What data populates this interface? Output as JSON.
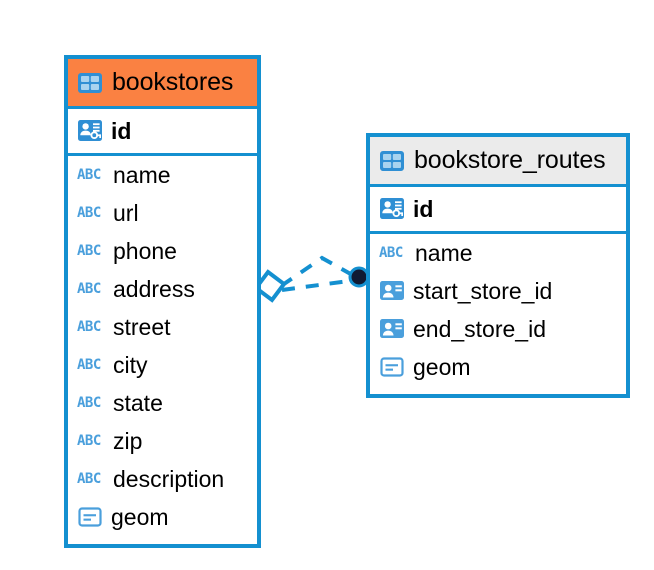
{
  "diagram": {
    "type": "entity-relationship-diagram",
    "background_color": "#ffffff",
    "accent_color": "#1490d0",
    "highlight_color": "#fa8142",
    "header_gray": "#ebebeb",
    "icon_blue": "#4a9fdc"
  },
  "entities": [
    {
      "name": "bookstores",
      "title": "bookstores",
      "header_icon": "table-icon",
      "header_style": "orange",
      "primary_key": {
        "label": "id",
        "icon": "primary-key-icon"
      },
      "fields": [
        {
          "label": "name",
          "icon": "abc-text-icon",
          "icon_text": "ABC"
        },
        {
          "label": "url",
          "icon": "abc-text-icon",
          "icon_text": "ABC"
        },
        {
          "label": "phone",
          "icon": "abc-text-icon",
          "icon_text": "ABC"
        },
        {
          "label": "address",
          "icon": "abc-text-icon",
          "icon_text": "ABC"
        },
        {
          "label": "street",
          "icon": "abc-text-icon",
          "icon_text": "ABC"
        },
        {
          "label": "city",
          "icon": "abc-text-icon",
          "icon_text": "ABC"
        },
        {
          "label": "state",
          "icon": "abc-text-icon",
          "icon_text": "ABC"
        },
        {
          "label": "zip",
          "icon": "abc-text-icon",
          "icon_text": "ABC"
        },
        {
          "label": "description",
          "icon": "abc-text-icon",
          "icon_text": "ABC"
        },
        {
          "label": "geom",
          "icon": "geometry-icon"
        }
      ]
    },
    {
      "name": "bookstore_routes",
      "title": "bookstore_routes",
      "header_icon": "table-icon",
      "header_style": "gray",
      "primary_key": {
        "label": "id",
        "icon": "primary-key-icon"
      },
      "fields": [
        {
          "label": "name",
          "icon": "abc-text-icon",
          "icon_text": "ABC"
        },
        {
          "label": "start_store_id",
          "icon": "foreign-key-icon"
        },
        {
          "label": "end_store_id",
          "icon": "foreign-key-icon"
        },
        {
          "label": "geom",
          "icon": "geometry-icon"
        }
      ]
    }
  ],
  "relationship": {
    "style": "dashed",
    "color": "#1490d0",
    "source_marker": "rhombus-marker",
    "target_marker": "filled-circle-marker",
    "source_entity": "bookstores",
    "target_entity": "bookstore_routes"
  }
}
